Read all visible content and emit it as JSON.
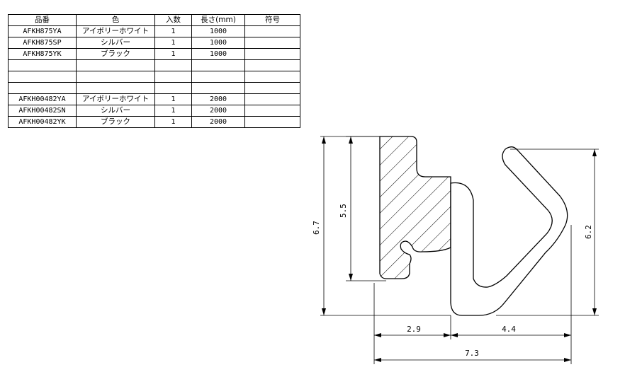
{
  "table": {
    "headers": {
      "part_no": "品番",
      "color": "色",
      "qty": "入数",
      "length": "長さ(mm)",
      "symbol": "符号"
    },
    "rows": [
      {
        "part_no": "AFKH875YA",
        "color": "アイボリーホワイト",
        "qty": "1",
        "length": "1000",
        "symbol": ""
      },
      {
        "part_no": "AFKH875SP",
        "color": "シルバー",
        "qty": "1",
        "length": "1000",
        "symbol": ""
      },
      {
        "part_no": "AFKH875YK",
        "color": "ブラック",
        "qty": "1",
        "length": "1000",
        "symbol": ""
      },
      {
        "part_no": "",
        "color": "",
        "qty": "",
        "length": "",
        "symbol": ""
      },
      {
        "part_no": "",
        "color": "",
        "qty": "",
        "length": "",
        "symbol": ""
      },
      {
        "part_no": "",
        "color": "",
        "qty": "",
        "length": "",
        "symbol": ""
      },
      {
        "part_no": "AFKH00482YA",
        "color": "アイボリーホワイト",
        "qty": "1",
        "length": "2000",
        "symbol": ""
      },
      {
        "part_no": "AFKH00482SN",
        "color": "シルバー",
        "qty": "1",
        "length": "2000",
        "symbol": ""
      },
      {
        "part_no": "AFKH00482YK",
        "color": "ブラック",
        "qty": "1",
        "length": "2000",
        "symbol": ""
      }
    ]
  },
  "dimensions": {
    "overall_height": "6.7",
    "inner_height": "5.5",
    "right_height": "6.2",
    "left_width": "2.9",
    "right_width": "4.4",
    "total_width": "7.3"
  }
}
